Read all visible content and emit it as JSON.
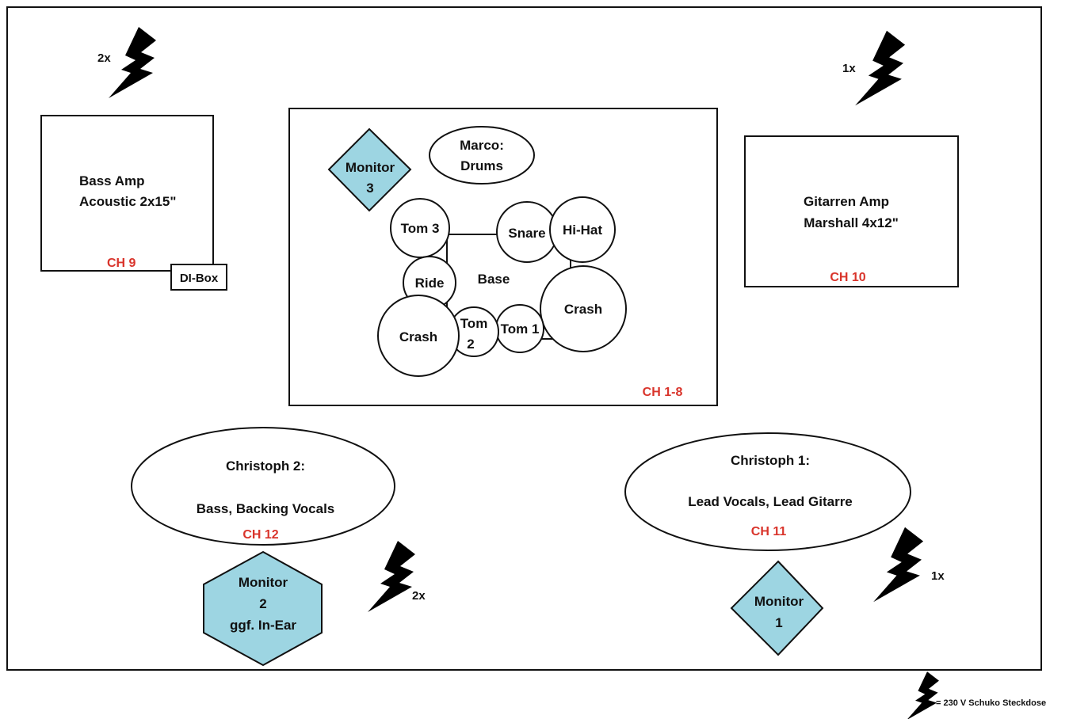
{
  "colors": {
    "channel": "#d9342b",
    "monitor": "#9dd5e2",
    "bolt": "#000000"
  },
  "icons": {
    "power": "lightning-bolt-icon"
  },
  "power": {
    "top_left_count": "2x",
    "top_right_count": "1x",
    "bottom_mid_count": "2x",
    "bottom_right_count": "1x"
  },
  "bass_amp": {
    "line1": "Bass Amp",
    "line2": "Acoustic 2x15\"",
    "channel": "CH 9",
    "di_box": "DI-Box"
  },
  "guitar_amp": {
    "line1": "Gitarren Amp",
    "line2": "Marshall 4x12\"",
    "channel": "CH 10"
  },
  "drums": {
    "player_line1": "Marco:",
    "player_line2": "Drums",
    "monitor_line1": "Monitor",
    "monitor_line2": "3",
    "channel": "CH 1-8",
    "kit": {
      "base": "Base",
      "tom3": "Tom 3",
      "snare": "Snare",
      "hihat": "Hi-Hat",
      "ride": "Ride",
      "crash_left": "Crash",
      "tom2_line1": "Tom",
      "tom2_line2": "2",
      "tom1": "Tom 1",
      "crash_right": "Crash"
    }
  },
  "christoph2": {
    "line1": "Christoph 2:",
    "line2": "Bass, Backing Vocals",
    "channel": "CH 12",
    "monitor_line1": "Monitor",
    "monitor_line2": "2",
    "monitor_line3": "ggf. In-Ear"
  },
  "christoph1": {
    "line1": "Christoph 1:",
    "line2": "Lead Vocals, Lead Gitarre",
    "channel": "CH 11",
    "monitor_line1": "Monitor",
    "monitor_line2": "1"
  },
  "legend": {
    "text": "= 230 V Schuko Steckdose"
  }
}
